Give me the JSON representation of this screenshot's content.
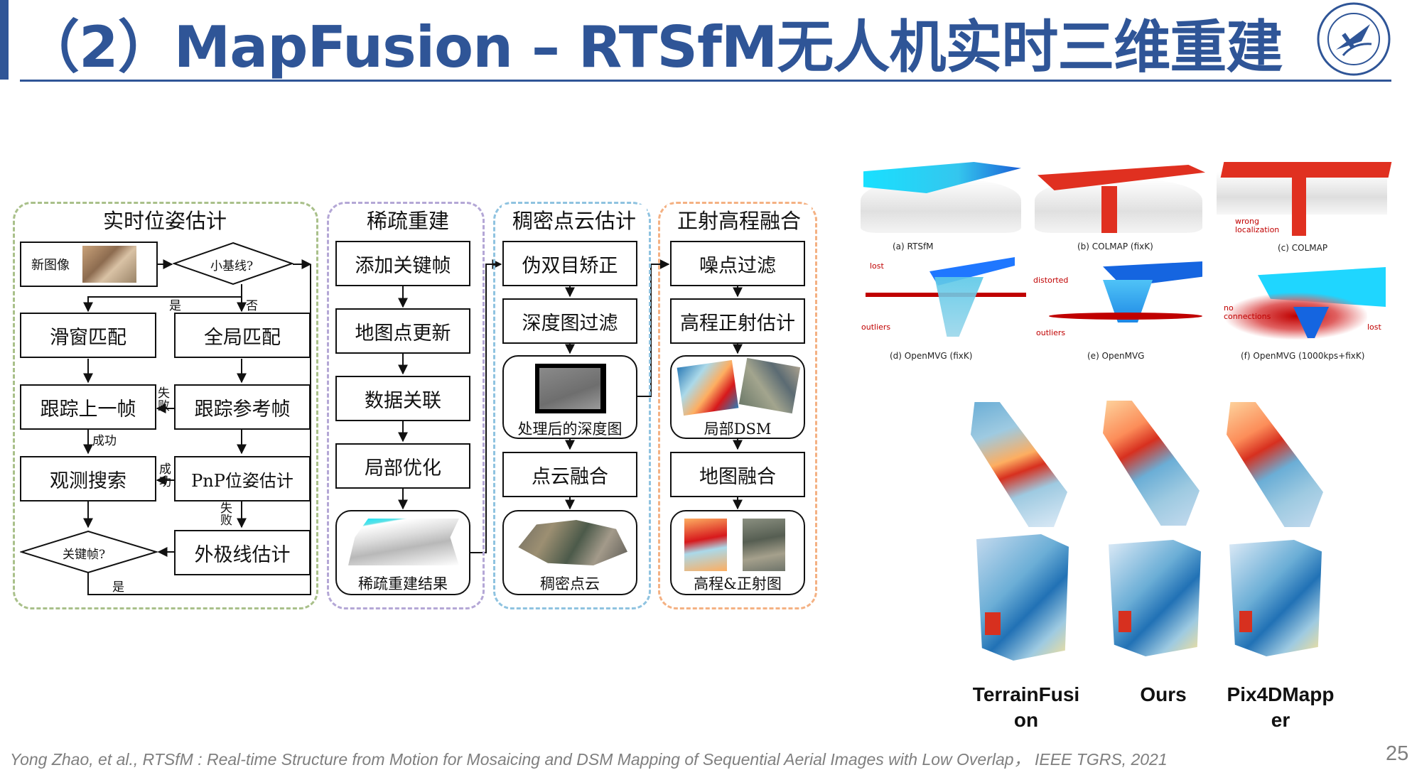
{
  "title": "（2）MapFusion – RTSfM无人机实时三维重建",
  "panels": {
    "pose": {
      "title": "实时位姿估计",
      "new_image": "新图像",
      "small_baseline": "小基线?",
      "yes": "是",
      "no": "否",
      "sliding_match": "滑窗匹配",
      "global_match": "全局匹配",
      "track_last": "跟踪上一帧",
      "track_ref": "跟踪参考帧",
      "fail_1": "失败",
      "success_1": "成功",
      "observe_search": "观测搜索",
      "success_2": "成功",
      "pnp": "PnP位姿估计",
      "fail_2": "失败",
      "keyframe": "关键帧?",
      "epipolar": "外极线估计",
      "yes_2": "是"
    },
    "sparse": {
      "title": "稀疏重建",
      "add_keyframe": "添加关键帧",
      "map_update": "地图点更新",
      "data_assoc": "数据关联",
      "local_opt": "局部优化",
      "result": "稀疏重建结果"
    },
    "dense": {
      "title": "稠密点云估计",
      "rectify": "伪双目矫正",
      "depth_filter": "深度图过滤",
      "processed_depth": "处理后的深度图",
      "fusion": "点云融合",
      "dense_cloud": "稠密点云"
    },
    "ortho": {
      "title": "正射高程融合",
      "noise_filter": "噪点过滤",
      "elev_estimate": "高程正射估计",
      "local_dsm": "局部DSM",
      "map_fusion": "地图融合",
      "elev_ortho": "高程&正射图"
    }
  },
  "comparison": {
    "labels": [
      "(a) RTSfM",
      "(b) COLMAP (fixK)",
      "(c) COLMAP",
      "(d) OpenMVG (fixK)",
      "(e) OpenMVG",
      "(f) OpenMVG (1000kps+fixK)"
    ],
    "annotations": {
      "wrong_localization": "wrong localization",
      "lost_d": "lost",
      "outliers_d": "outliers",
      "distorted": "distorted",
      "outliers_e": "outliers",
      "no_connections": "no connections",
      "lost_f": "lost"
    }
  },
  "methods": [
    "TerrainFusion",
    "Ours",
    "Pix4DMapper"
  ],
  "methods_display": [
    [
      "TerrainFusi",
      "on"
    ],
    [
      "Ours",
      ""
    ],
    [
      "Pix4DMapp",
      "er"
    ]
  ],
  "citation": "Yong Zhao, et al., RTSfM : Real-time Structure from Motion for Mosaicing and DSM Mapping of Sequential Aerial Images with Low Overlap， IEEE TGRS, 2021",
  "page_number": "25",
  "colors": {
    "title": "#2f5597",
    "panel_pose": "#a9c08a",
    "panel_sparse": "#b4a7d6",
    "panel_dense": "#8fc3e0",
    "panel_ortho": "#f4b183",
    "citation": "#7f7f7f"
  }
}
